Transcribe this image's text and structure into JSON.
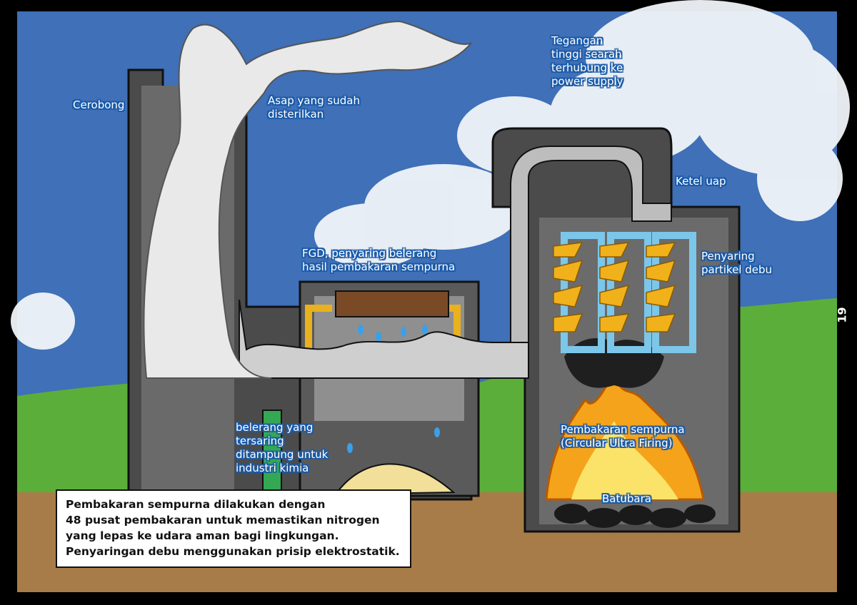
{
  "labels": {
    "cerobong": "Cerobong",
    "asap": "Asap yang sudah\ndisterilkan",
    "tegangan": "Tegangan\ntinggi searah\nterhubung ke\npower supply",
    "ketel": "Ketel uap",
    "fgd": "FGD, penyaring belerang\nhasil pembakaran sempurna",
    "penyaring_debu": "Penyaring\npartikel debu",
    "belerang": "belerang yang\ntersaring\nditampung untuk\nindustri kimia",
    "pembakaran": "Pembakaran sempurna\n(Circular Ultra Firing)",
    "batubara": "Batubara"
  },
  "caption": "Pembakaran sempurna dilakukan dengan\n48 pusat pembakaran untuk memastikan nitrogen\nyang lepas ke udara aman bagi lingkungan.\nPenyaringan debu menggunakan prisip elektrostatik.",
  "page_number": "19",
  "colors": {
    "sky": "#3d6fb6",
    "grass": "#5cae3a",
    "soil": "#a77c48",
    "structure": "#555555",
    "structure_dark": "#3a3a3a",
    "smoke": "#e8e8e8",
    "fire": "#f5a31a",
    "filter_blue": "#7cc6ea",
    "label_outline": "#1a5aa8"
  }
}
